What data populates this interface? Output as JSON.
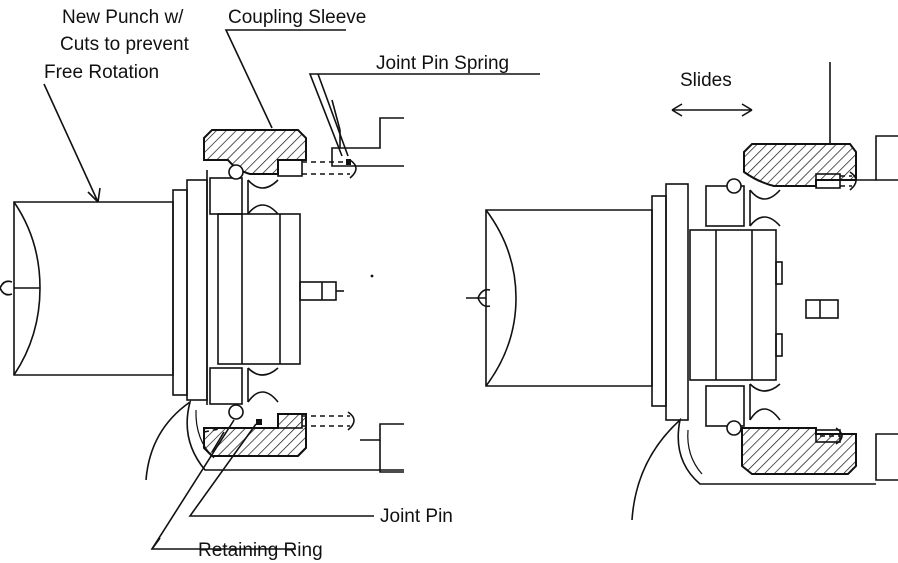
{
  "labels": {
    "new_punch": [
      "New Punch w/",
      "Cuts to prevent",
      "Free Rotation"
    ],
    "coupling_sleeve": "Coupling Sleeve",
    "joint_pin_spring": "Joint Pin Spring",
    "slides": "Slides",
    "joint_pin": "Joint Pin",
    "retaining_ring": "Retaining Ring"
  },
  "colors": {
    "ink": "#111111",
    "background": "#ffffff"
  }
}
